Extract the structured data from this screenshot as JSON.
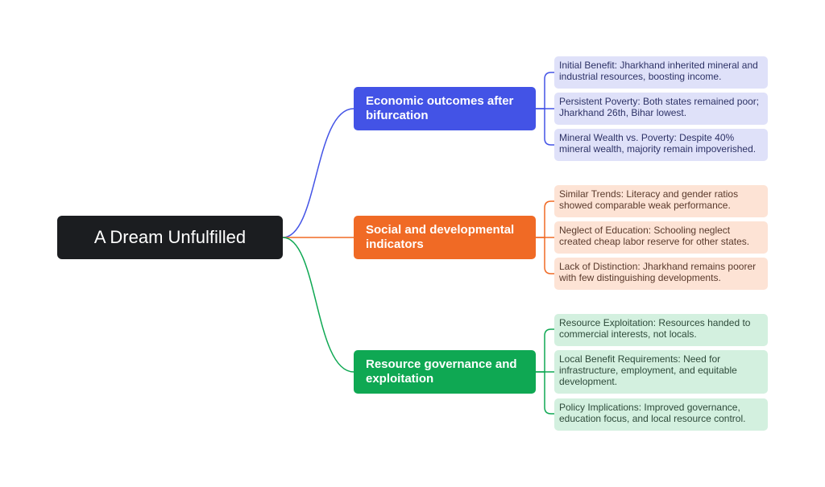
{
  "root": {
    "label": "A Dream Unfulfilled"
  },
  "colors": {
    "root_bg": "#1b1d20",
    "economic": "#4353e6",
    "economic_light": "#dfe1f9",
    "social": "#f06a25",
    "social_light": "#fde3d5",
    "resource": "#0fa853",
    "resource_light": "#d3f0df",
    "leaf_text": "#3a3f55"
  },
  "branches": [
    {
      "label": "Economic outcomes after bifurcation",
      "leaves": [
        "Initial Benefit: Jharkhand inherited mineral and industrial resources, boosting income.",
        "Persistent Poverty: Both states remained poor; Jharkhand 26th, Bihar lowest.",
        "Mineral Wealth vs. Poverty: Despite 40% mineral wealth, majority remain impoverished."
      ]
    },
    {
      "label": "Social and developmental indicators",
      "leaves": [
        "Similar Trends: Literacy and gender ratios showed comparable weak performance.",
        "Neglect of Education: Schooling neglect created cheap labor reserve for other states.",
        "Lack of Distinction: Jharkhand remains poorer with few distinguishing developments."
      ]
    },
    {
      "label": "Resource governance and exploitation",
      "leaves": [
        "Resource Exploitation: Resources handed to commercial interests, not locals.",
        "Local Benefit Requirements: Need for infrastructure, employment, and equitable development.",
        "Policy Implications: Improved governance, education focus, and local resource control."
      ]
    }
  ]
}
